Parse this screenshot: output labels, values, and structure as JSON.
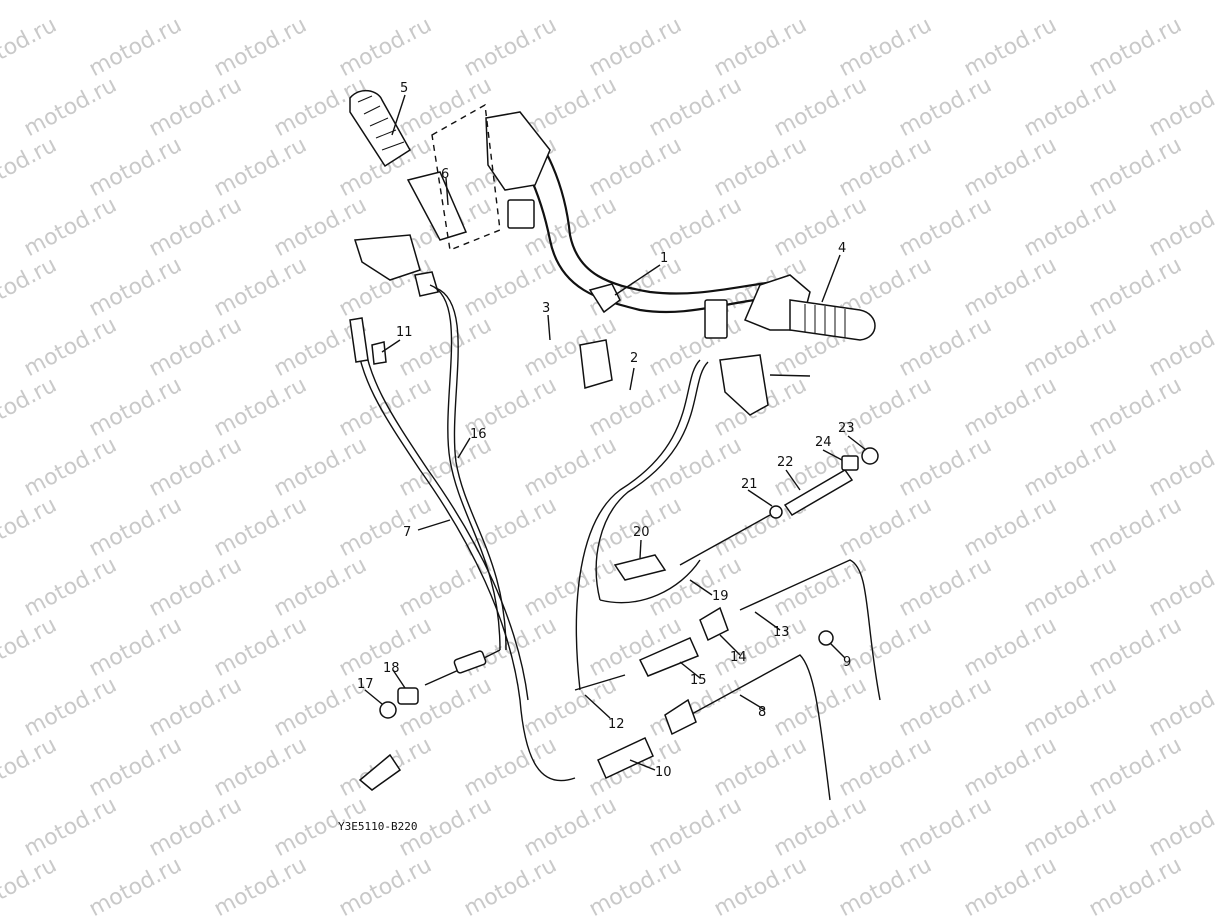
{
  "watermark": "motod.ru",
  "drawing_code": "Y3E5110-B220",
  "callouts": {
    "c1": "1",
    "c2": "2",
    "c3": "3",
    "c4": "4",
    "c5": "5",
    "c6": "6",
    "c7": "7",
    "c8": "8",
    "c9": "9",
    "c10": "10",
    "c11": "11",
    "c12": "12",
    "c13": "13",
    "c14": "14",
    "c15": "15",
    "c16": "16",
    "c17": "17",
    "c18": "18",
    "c19": "19",
    "c20": "20",
    "c21": "21",
    "c22": "22",
    "c23": "23",
    "c24": "24"
  }
}
